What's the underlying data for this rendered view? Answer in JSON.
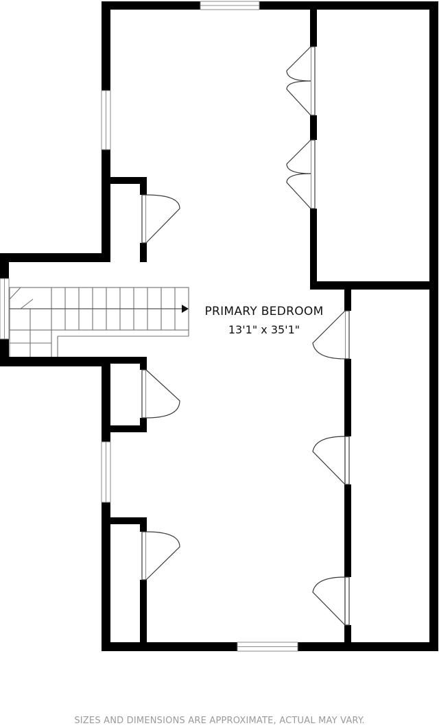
{
  "rooms": [
    {
      "name": "PRIMARY BEDROOM",
      "dimensions": "13'1\" x 35'1\""
    }
  ],
  "disclaimer": "SIZES AND DIMENSIONS ARE APPROXIMATE, ACTUAL MAY VARY.",
  "colors": {
    "wall": "#000000",
    "background": "#ffffff",
    "disclaimer": "#9a9a9a"
  },
  "icons": [
    "stair-arrow-icon"
  ]
}
